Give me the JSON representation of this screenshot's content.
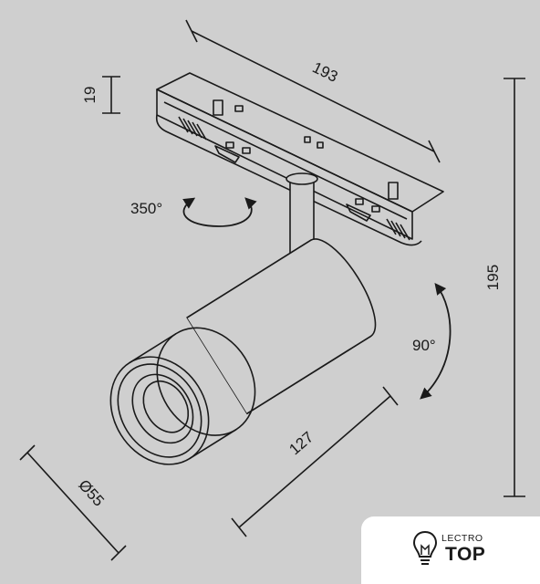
{
  "diagram": {
    "background": "#cfcfcf",
    "line_color": "#1a1a1a",
    "dimensions": {
      "track_length": "193",
      "track_height": "19",
      "total_height": "195",
      "body_length": "127",
      "diameter": "Ø55"
    },
    "rotations": {
      "horizontal": "350°",
      "vertical": "90°"
    }
  },
  "logo": {
    "line1": "LECTRO",
    "line2": "TOP"
  }
}
